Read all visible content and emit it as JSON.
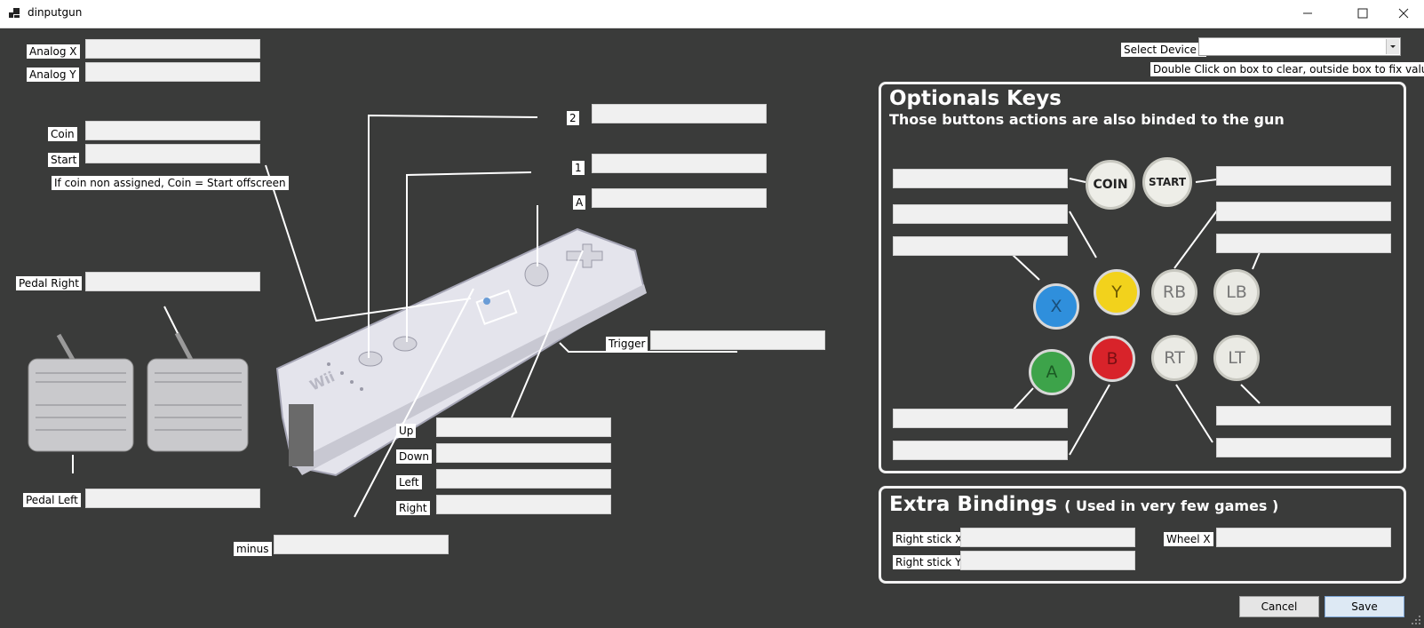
{
  "window": {
    "title": "dinputgun"
  },
  "labels": {
    "analog_x": "Analog X",
    "analog_y": "Analog Y",
    "coin": "Coin",
    "start": "Start",
    "coin_note": "If coin non assigned, Coin = Start offscreen",
    "pedal_right": "Pedal Right",
    "pedal_left": "Pedal Left",
    "btn2": "2",
    "btn1": "1",
    "btnA": "A",
    "trigger": "Trigger",
    "up": "Up",
    "down": "Down",
    "left": "Left",
    "right": "Right",
    "minus": "minus",
    "select_device": "Select Device :",
    "hint": "Double Click on box to clear, outside box to fix value"
  },
  "optionals": {
    "title": "Optionals Keys",
    "subtitle": "Those buttons actions are also binded to the gun",
    "buttons": {
      "coin": "COIN",
      "start": "START",
      "x": "X",
      "y": "Y",
      "a": "A",
      "b": "B",
      "rb": "RB",
      "lb": "LB",
      "rt": "RT",
      "lt": "LT"
    }
  },
  "extra": {
    "title": "Extra Bindings",
    "subtitle": "( Used in very few games )",
    "right_stick_x": "Right stick X",
    "right_stick_y": "Right stick Y",
    "wheel_x": "Wheel X"
  },
  "actions": {
    "cancel": "Cancel",
    "save": "Save"
  },
  "colors": {
    "x": "#2f8fdc",
    "y": "#f2d21c",
    "a": "#3da34a",
    "b": "#d8232a",
    "neutral": "#e8e8e2"
  }
}
